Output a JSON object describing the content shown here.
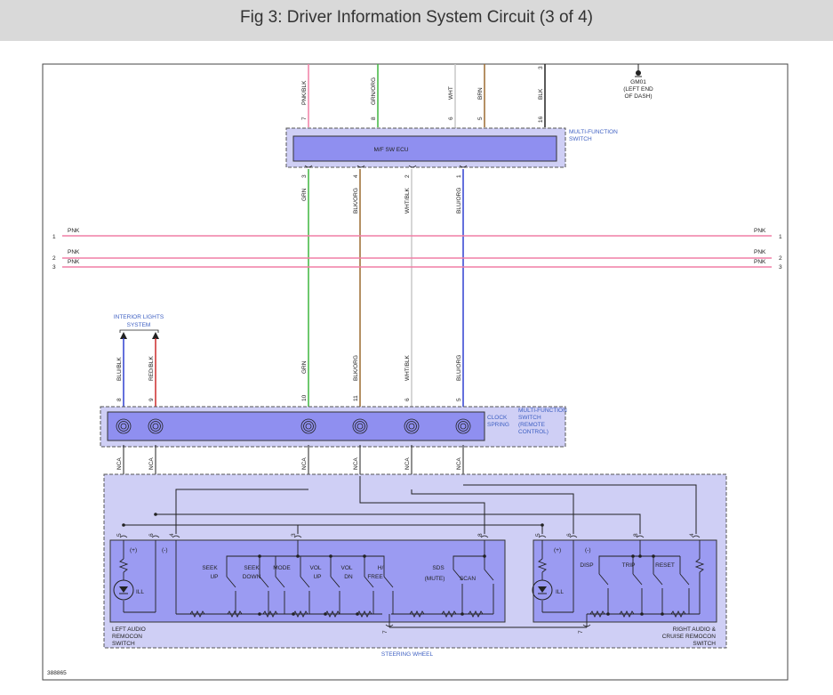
{
  "header": {
    "title": "Fig 3: Driver Information System Circuit (3 of 4)"
  },
  "ground": {
    "id": "GM01",
    "location": [
      "(LEFT END",
      "OF DASH)"
    ]
  },
  "components": {
    "mf_switch_label": [
      "MULTI-FUNCTION",
      "SWITCH"
    ],
    "ecu_label": "M/F SW ECU",
    "clock_spring_label": [
      "CLOCK",
      "SPRING"
    ],
    "mf_switch_remote_label": [
      "MULTI-FUNCTION",
      "SWITCH",
      "(REMOTE",
      "CONTROL)"
    ],
    "interior_lights": [
      "INTERIOR LIGHTS",
      "SYSTEM"
    ],
    "left_switch_label": [
      "LEFT AUDIO",
      "REMOCON",
      "SWITCH"
    ],
    "right_switch_label": [
      "RIGHT AUDIO &",
      "CRUISE REMOCON",
      "SWITCH"
    ],
    "steering_wheel": "STEERING WHEEL",
    "doc_id": "388865"
  },
  "top_wires": [
    {
      "color": "PNK/BLK",
      "pin": "7"
    },
    {
      "color": "GRN/ORG",
      "pin": "8"
    },
    {
      "color": "WHT",
      "pin": "6"
    },
    {
      "color": "BRN",
      "pin": "5"
    },
    {
      "color": "BLK",
      "pin": "16",
      "top_pin": "3"
    }
  ],
  "mid_wires": [
    {
      "color": "GRN",
      "pin": "3"
    },
    {
      "color": "BLK/ORG",
      "pin": "4"
    },
    {
      "color": "WHT/BLK",
      "pin": "2"
    },
    {
      "color": "BLU/ORG",
      "pin": "1"
    }
  ],
  "buses": [
    {
      "color": "PNK",
      "num": "1"
    },
    {
      "color": "PNK",
      "num": "2"
    },
    {
      "color": "PNK",
      "num": "3"
    }
  ],
  "clock_wires": [
    {
      "color": "BLU/BLK",
      "pin": "8"
    },
    {
      "color": "RED/BLK",
      "pin": "9"
    },
    {
      "color": "GRN",
      "pin": "10"
    },
    {
      "color": "BLK/ORG",
      "pin": "11"
    },
    {
      "color": "WHT/BLK",
      "pin": "6"
    },
    {
      "color": "BLU/ORG",
      "pin": "5"
    }
  ],
  "nca": "NCA",
  "left_switch": {
    "pins": [
      "5",
      "6",
      "4",
      "3",
      "8",
      "7"
    ],
    "plus": "(+)",
    "minus": "(-)",
    "ill": "ILL",
    "buttons": [
      [
        "SEEK",
        "UP"
      ],
      [
        "SEEK",
        "DOWN"
      ],
      [
        "MODE"
      ],
      [
        "VOL",
        "UP"
      ],
      [
        "VOL",
        "DN"
      ],
      [
        "H/",
        "FREE"
      ],
      [
        "SDS",
        "(MUTE)"
      ],
      [
        "SCAN"
      ]
    ]
  },
  "right_switch": {
    "pins": [
      "5",
      "6",
      "8",
      "4",
      "7"
    ],
    "plus": "(+)",
    "minus": "(-)",
    "ill": "ILL",
    "buttons": [
      [
        "DISP"
      ],
      [
        "TRIP"
      ],
      [
        "RESET"
      ]
    ]
  },
  "colors": {
    "pink": "#f07fa5",
    "green": "#3fb63f",
    "brown": "#9c6b30",
    "blue": "#3040d0",
    "red": "#cc2a2a",
    "white_wire": "#c8c8c8",
    "panel_fill": "#cfcff5",
    "ecu_fill": "#8f8ff0",
    "switch_fill": "#9b9bf2"
  }
}
